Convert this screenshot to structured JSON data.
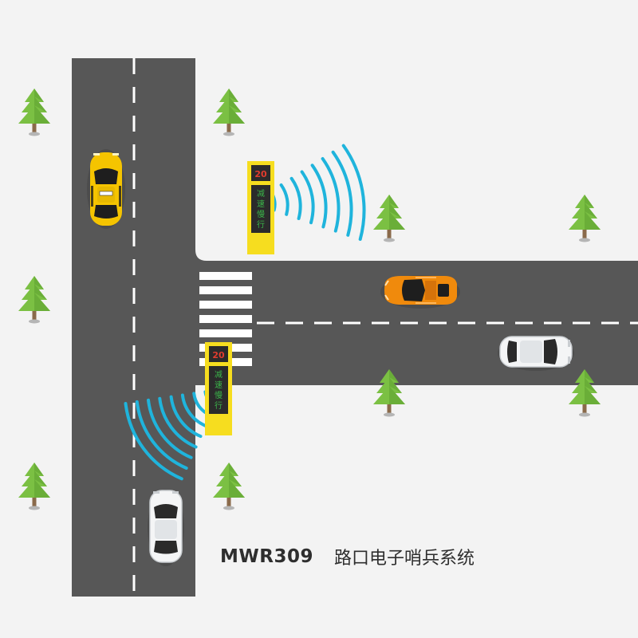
{
  "caption": {
    "model": "MWR309",
    "system_name": "路口电子哨兵系统"
  },
  "signs": {
    "speed_limit": "20",
    "message_chars": [
      "减",
      "速",
      "慢",
      "行"
    ]
  },
  "colors": {
    "background": "#f3f3f3",
    "road": "#575757",
    "lane_marking": "#ffffff",
    "sign_body": "#f6dd1f",
    "sign_panel": "#2b2b2b",
    "speed_text": "#e13c2f",
    "message_text": "#3bb54a",
    "radar_wave": "#1fb4dc",
    "tree": "#7bc043",
    "taxi": "#f5c400",
    "sports_car": "#f08a0c",
    "white_car": "#f4f5f6"
  }
}
